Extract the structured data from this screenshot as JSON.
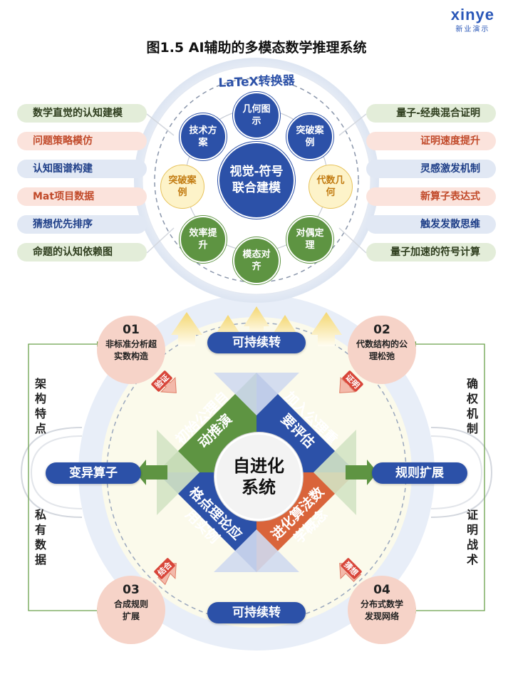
{
  "title": "图1.5  AI辅助的多模态数学推理系统",
  "logo": {
    "mark": "xinye",
    "sub": "新业演示"
  },
  "latex_label": "LaTeX转换器",
  "left_items": [
    {
      "label": "数学直觉的认知建模"
    },
    {
      "label": "问题策略模仿"
    },
    {
      "label": "认知图谱构建"
    },
    {
      "label": "Mat项目数据"
    },
    {
      "label": "猜想优先排序"
    },
    {
      "label": "命题的认知依赖图"
    }
  ],
  "right_items": [
    {
      "label": "量子-经典混合证明"
    },
    {
      "label": "证明速度提升"
    },
    {
      "label": "灵感激发机制"
    },
    {
      "label": "新算子表达式"
    },
    {
      "label": "触发发散思维"
    },
    {
      "label": "量子加速的符号计算"
    }
  ],
  "hub": {
    "center": "视觉-符号联合建模"
  },
  "ring_nodes": [
    {
      "label": "几何图示"
    },
    {
      "label": "突破案例"
    },
    {
      "label": "代数几何"
    },
    {
      "label": "对偶定理"
    },
    {
      "label": "模态对齐"
    },
    {
      "label": "效率提升"
    },
    {
      "label": "突破案例"
    },
    {
      "label": "技术方案"
    }
  ],
  "pills": {
    "top": "可持续转",
    "bottom": "可持续转",
    "left": "变异算子",
    "right": "规则扩展"
  },
  "corners": [
    {
      "num": "01",
      "label": "非标准分析超实数构造",
      "tag": "验证"
    },
    {
      "num": "02",
      "label": "代数结构的公理松弛",
      "tag": "证明"
    },
    {
      "num": "03",
      "label": "合成规则扩展",
      "tag": "结合"
    },
    {
      "num": "04",
      "label": "分布式数学发现网络",
      "tag": "猜想"
    }
  ],
  "side_text": {
    "left_top": "架构特点",
    "left_bottom": "私有数据",
    "right_top": "确权机制",
    "right_bottom": "证明战术"
  },
  "quadrants": {
    "top_left": "初始公理自动推演",
    "top_right": "加入公理重要评估",
    "bottom_left": "格点理论应用实例",
    "bottom_right": "进化算法数学概念"
  },
  "core": "自进化系统",
  "colors": {
    "blue": "#2c51a8",
    "green": "#5e9442",
    "orange": "#d9643a",
    "pink_bg": "#f6d3c8"
  }
}
